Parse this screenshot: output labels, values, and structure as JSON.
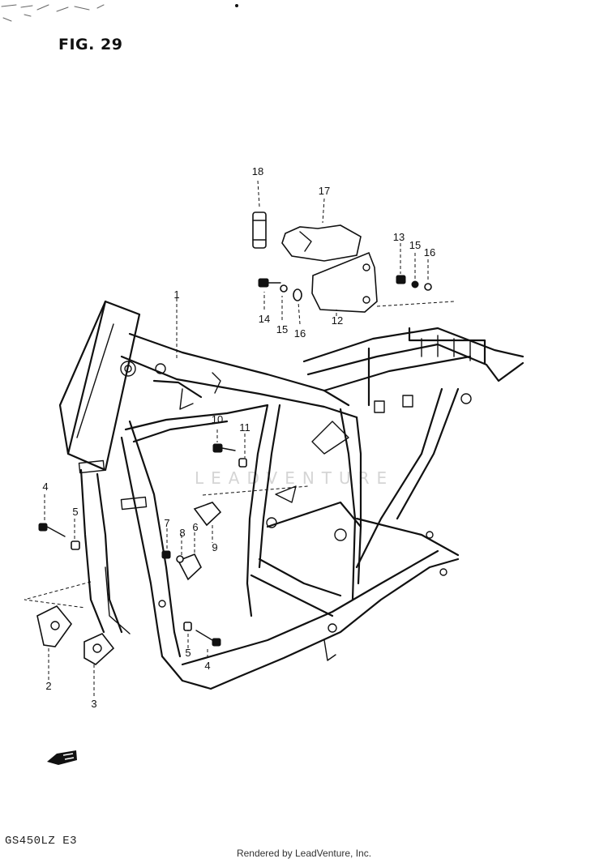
{
  "figure": {
    "title": "FIG. 29",
    "model_code": "GS450LZ E3",
    "credit": "Rendered by LeadVenture, Inc.",
    "watermark": "LEADVENTURE"
  },
  "callouts": [
    "1",
    "2",
    "3",
    "4",
    "5",
    "6",
    "7",
    "8",
    "9",
    "10",
    "11",
    "12",
    "13",
    "14",
    "15",
    "16",
    "17",
    "18"
  ],
  "front_arrow_icon": "front-arrow-icon",
  "colors": {
    "ink": "#111111",
    "paper": "#ffffff",
    "watermark": "#c4c4c4"
  }
}
